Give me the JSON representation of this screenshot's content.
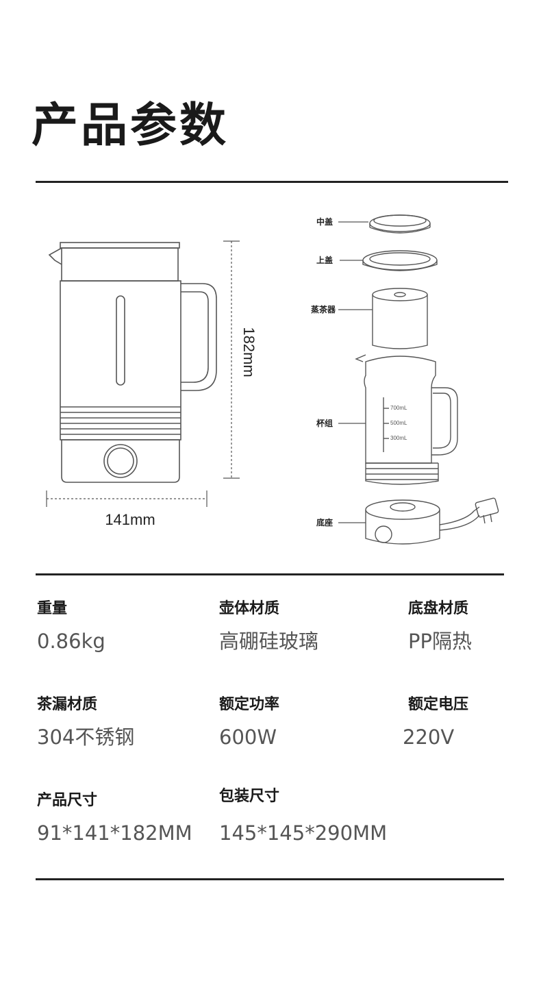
{
  "title": "产品参数",
  "diagram": {
    "width_label": "141mm",
    "height_label": "182mm",
    "parts": [
      "中盖",
      "上盖",
      "蒸茶器",
      "杯组",
      "底座"
    ],
    "scale_marks": [
      "700mL",
      "500mL",
      "300mL"
    ]
  },
  "specs": [
    {
      "label": "重量",
      "value": "0.86kg"
    },
    {
      "label": "壶体材质",
      "value": "高硼硅玻璃"
    },
    {
      "label": "底盘材质",
      "value": "PP隔热"
    },
    {
      "label": "茶漏材质",
      "value": "304不锈钢"
    },
    {
      "label": "额定功率",
      "value": "600W"
    },
    {
      "label": "额定电压",
      "value": "220V"
    },
    {
      "label": "产品尺寸",
      "value": "91*141*182MM"
    },
    {
      "label": "包装尺寸",
      "value": "145*145*290MM"
    }
  ]
}
